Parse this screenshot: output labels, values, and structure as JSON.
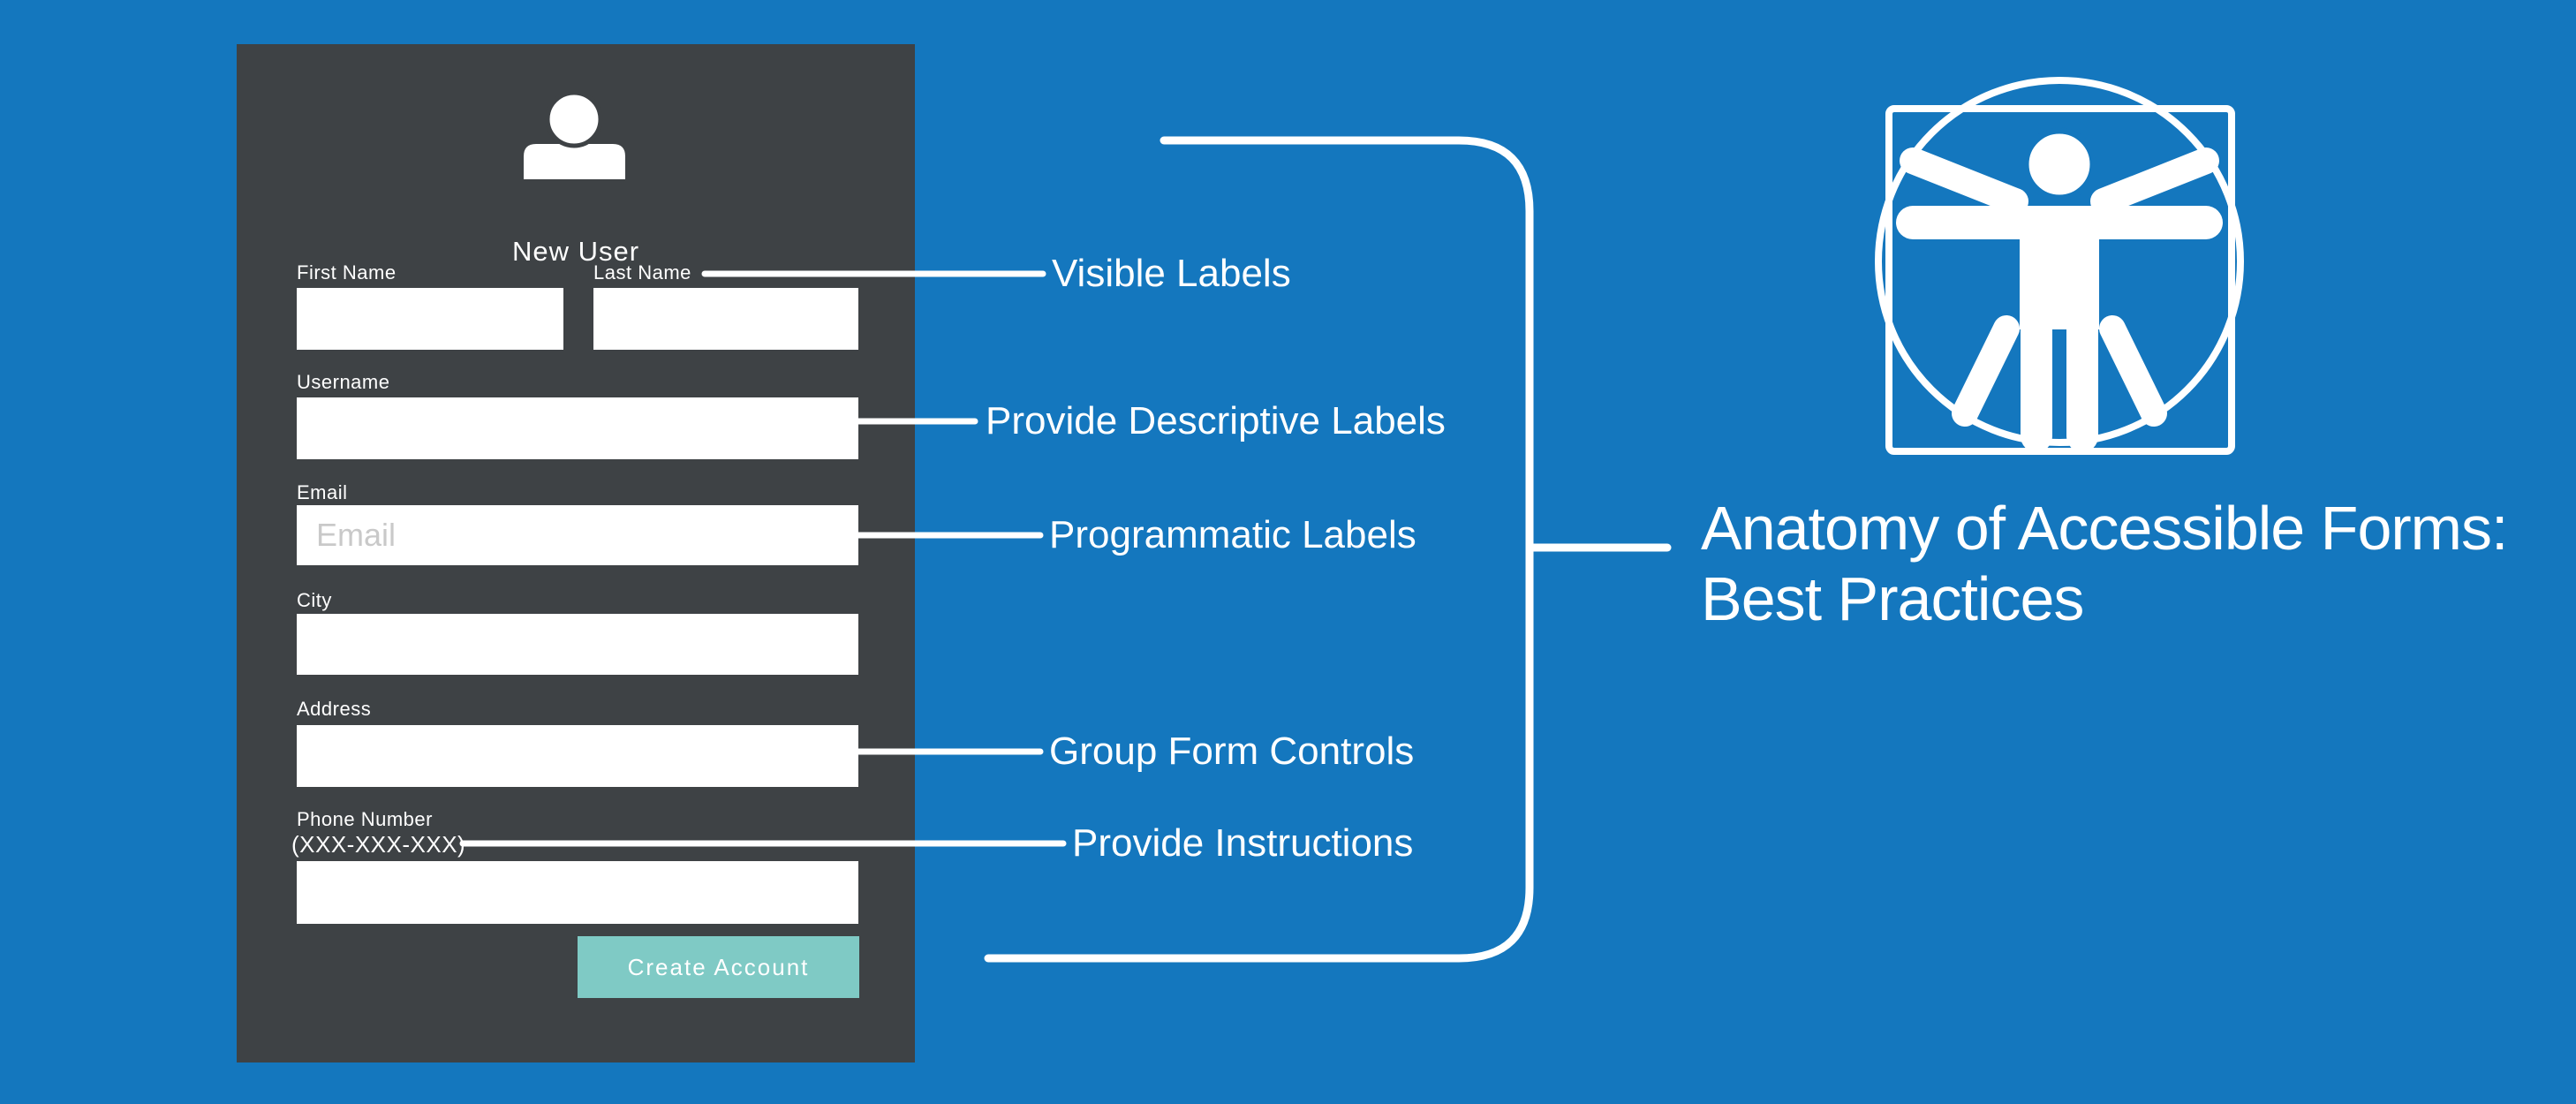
{
  "colors": {
    "background": "#1477BE",
    "panel": "#3E4245",
    "field": "#FFFFFF",
    "button": "#7FCAC5",
    "text_light": "#FFFFFF",
    "placeholder": "#C9C9C9"
  },
  "form": {
    "title": "New User",
    "user_icon": "user-icon",
    "fields": [
      {
        "label": "First Name",
        "value": ""
      },
      {
        "label": "Last Name",
        "value": ""
      },
      {
        "label": "Username",
        "value": ""
      },
      {
        "label": "Email",
        "value": "",
        "placeholder": "Email"
      },
      {
        "label": "City",
        "value": ""
      },
      {
        "label": "Address",
        "value": ""
      },
      {
        "label": "Phone Number",
        "instruction": "(XXX-XXX-XXX)",
        "value": ""
      }
    ],
    "submit_label": "Create Account"
  },
  "callouts": [
    {
      "label": "Visible Labels"
    },
    {
      "label": "Provide Descriptive Labels"
    },
    {
      "label": "Programmatic Labels"
    },
    {
      "label": "Group Form Controls"
    },
    {
      "label": "Provide Instructions"
    }
  ],
  "heading": {
    "line1": "Anatomy of Accessible Forms:",
    "line2": "Best Practices"
  },
  "illustration": {
    "icon": "vitruvian-man-icon"
  }
}
